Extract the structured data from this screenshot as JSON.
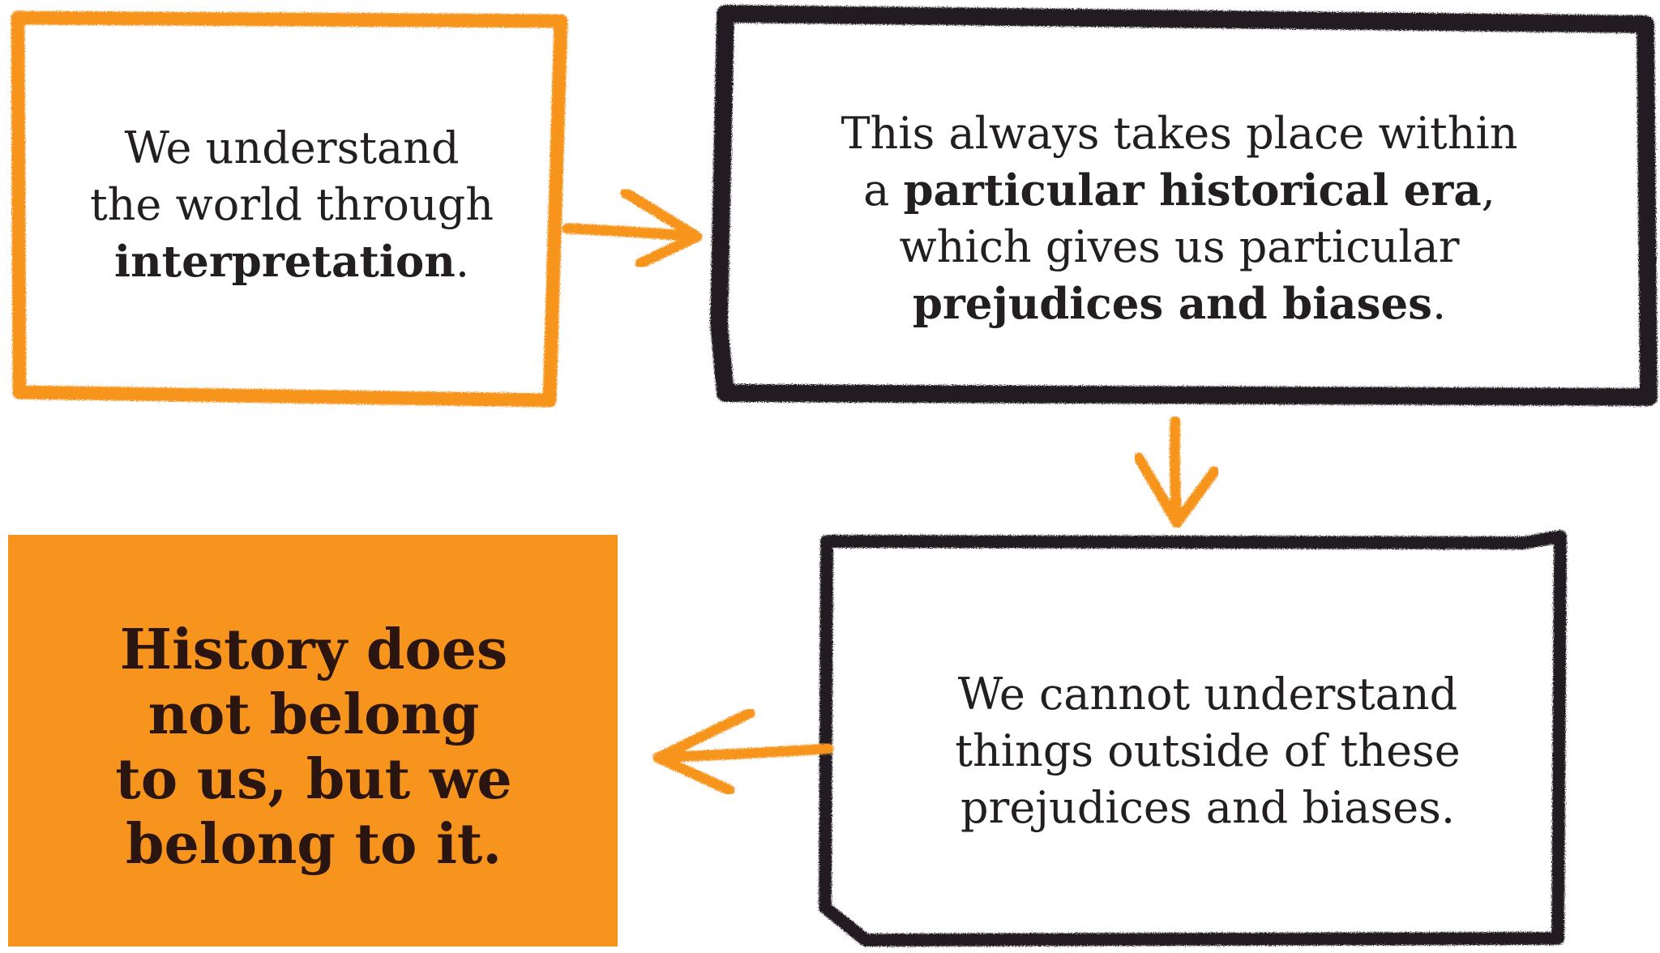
{
  "colors": {
    "orange": "#f7941d",
    "black": "#231f20",
    "dark_brown": "#2a1510",
    "background": "#ffffff"
  },
  "nodes": [
    {
      "id": "box1",
      "style": "orange-outline",
      "lines": [
        {
          "pre": "We understand",
          "bold": "",
          "post": ""
        },
        {
          "pre": "the world through",
          "bold": "",
          "post": ""
        },
        {
          "pre": "",
          "bold": "interpretation",
          "post": "."
        }
      ]
    },
    {
      "id": "box2",
      "style": "black-outline",
      "lines": [
        {
          "pre": "This always takes place within",
          "bold": "",
          "post": ""
        },
        {
          "pre": "a ",
          "bold": "particular historical era",
          "post": ","
        },
        {
          "pre": "which gives us particular",
          "bold": "",
          "post": ""
        },
        {
          "pre": "",
          "bold": "prejudices and biases",
          "post": "."
        }
      ]
    },
    {
      "id": "box3",
      "style": "black-outline",
      "lines": [
        {
          "pre": "We cannot understand",
          "bold": "",
          "post": ""
        },
        {
          "pre": "things outside of these",
          "bold": "",
          "post": ""
        },
        {
          "pre": "prejudices and biases.",
          "bold": "",
          "post": ""
        }
      ]
    },
    {
      "id": "box4",
      "style": "orange-filled",
      "lines": [
        {
          "pre": "History does",
          "bold": "",
          "post": ""
        },
        {
          "pre": "not belong",
          "bold": "",
          "post": ""
        },
        {
          "pre": "to us, but we",
          "bold": "",
          "post": ""
        },
        {
          "pre": "belong to it.",
          "bold": "",
          "post": ""
        }
      ]
    }
  ],
  "edges": [
    {
      "from": "box1",
      "to": "box2",
      "direction": "right",
      "color": "orange"
    },
    {
      "from": "box2",
      "to": "box3",
      "direction": "down",
      "color": "orange"
    },
    {
      "from": "box3",
      "to": "box4",
      "direction": "left",
      "color": "orange"
    }
  ]
}
